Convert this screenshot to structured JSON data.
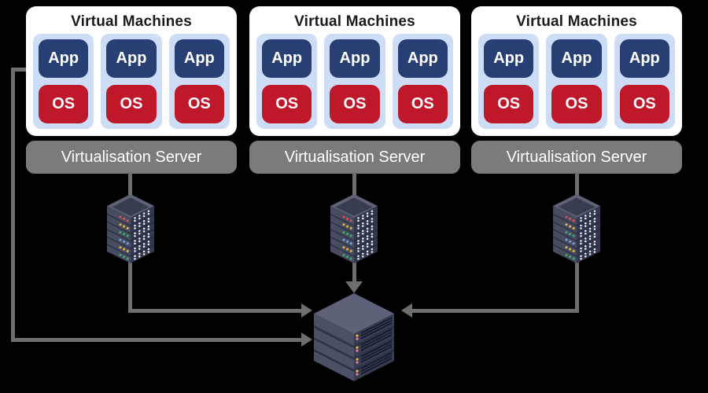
{
  "diagram": {
    "background": "#000000",
    "stacks": [
      {
        "title": "Virtual Machines",
        "server_label": "Virtualisation Server",
        "vms": [
          {
            "app": "App",
            "os": "OS"
          },
          {
            "app": "App",
            "os": "OS"
          },
          {
            "app": "App",
            "os": "OS"
          }
        ]
      },
      {
        "title": "Virtual Machines",
        "server_label": "Virtualisation Server",
        "vms": [
          {
            "app": "App",
            "os": "OS"
          },
          {
            "app": "App",
            "os": "OS"
          },
          {
            "app": "App",
            "os": "OS"
          }
        ]
      },
      {
        "title": "Virtual Machines",
        "server_label": "Virtualisation Server",
        "vms": [
          {
            "app": "App",
            "os": "OS"
          },
          {
            "app": "App",
            "os": "OS"
          },
          {
            "app": "App",
            "os": "OS"
          }
        ]
      }
    ],
    "icons": [
      {
        "name": "server-rack-icon",
        "count": 3
      },
      {
        "name": "storage-server-icon",
        "count": 1
      }
    ],
    "connections": [
      {
        "from": "vm-card-1-left-edge",
        "to": "central-storage",
        "arrow": "right"
      },
      {
        "from": "virtualisation-server-1",
        "through": "server-rack-1",
        "to": "central-storage",
        "arrow": "right"
      },
      {
        "from": "virtualisation-server-2",
        "through": "server-rack-2",
        "to": "central-storage",
        "arrow": "down"
      },
      {
        "from": "virtualisation-server-3",
        "through": "server-rack-3",
        "to": "central-storage",
        "arrow": "left"
      }
    ],
    "colors": {
      "card_bg": "#ffffff",
      "vm_panel": "#cdddf6",
      "app_box": "#283f74",
      "os_box": "#c0182b",
      "server_bar": "#7b7b7b",
      "connector": "#6e6e6e",
      "title_text": "#1b1b1b",
      "label_text": "#ffffff",
      "rack_body": "#474c60",
      "storage_body": "#4a5065"
    }
  }
}
